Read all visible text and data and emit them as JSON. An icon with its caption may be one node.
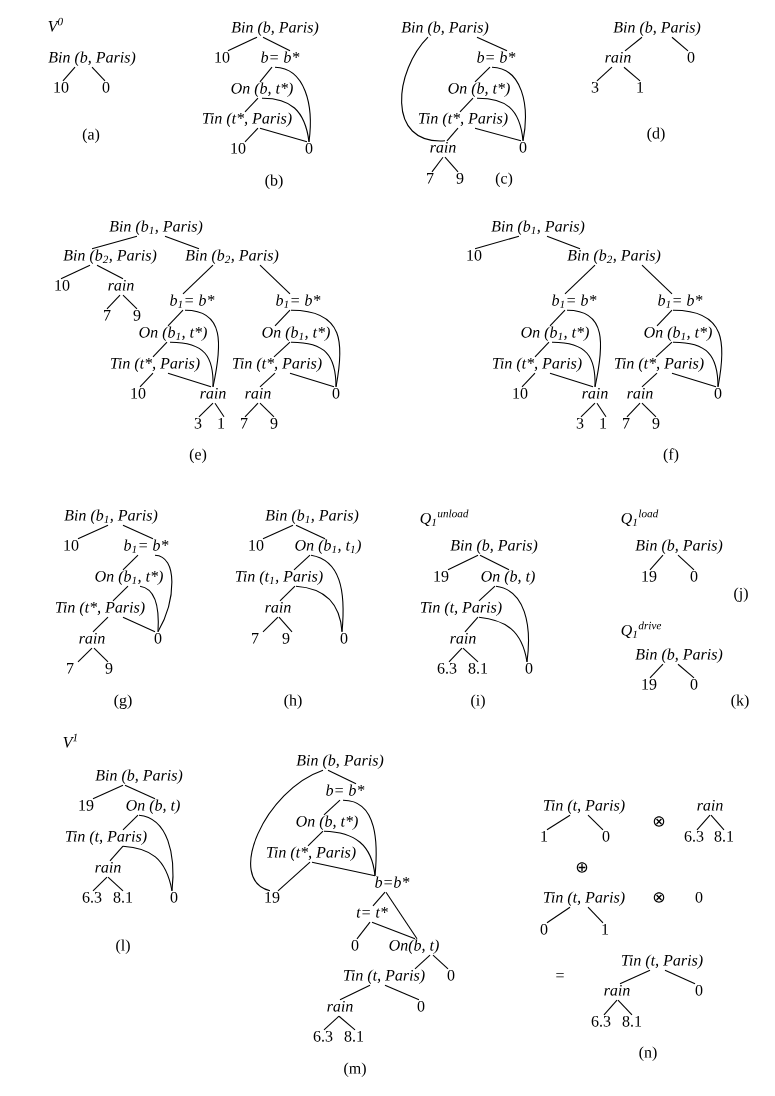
{
  "diagram": {
    "nodes": [
      {
        "text": [
          "Bin (b, Paris)"
        ]
      },
      {
        "text": [
          "10"
        ]
      },
      {
        "text": [
          "0"
        ]
      },
      {
        "text": [
          "Bin (b, Paris)"
        ]
      },
      {
        "text": [
          "10"
        ]
      },
      {
        "text": [
          "b= b*"
        ]
      },
      {
        "text": [
          "On (b, t*)"
        ]
      },
      {
        "text": [
          "Tin (t*, Paris)"
        ]
      },
      {
        "text": [
          "10"
        ]
      },
      {
        "text": [
          "0"
        ]
      },
      {
        "text": [
          "Bin (b, Paris)"
        ]
      },
      {
        "text": [
          "b= b*"
        ]
      },
      {
        "text": [
          "On (b, t*)"
        ]
      },
      {
        "text": [
          "Tin (t*, Paris)"
        ]
      },
      {
        "text": [
          "rain"
        ]
      },
      {
        "text": [
          "0"
        ]
      },
      {
        "text": [
          "7"
        ]
      },
      {
        "text": [
          "9"
        ]
      },
      {
        "text": [
          "Bin (b, Paris)"
        ]
      },
      {
        "text": [
          "rain"
        ]
      },
      {
        "text": [
          "0"
        ]
      },
      {
        "text": [
          "3"
        ]
      },
      {
        "text": [
          "1"
        ]
      },
      {
        "text": [
          "Bin (b$_{1}$, Paris)"
        ]
      },
      {
        "text": [
          "Bin (b$_{2}$, Paris)"
        ]
      },
      {
        "text": [
          "Bin (b$_{2}$, Paris)"
        ]
      },
      {
        "text": [
          "10"
        ]
      },
      {
        "text": [
          "rain"
        ]
      },
      {
        "text": [
          "7"
        ]
      },
      {
        "text": [
          "9"
        ]
      },
      {
        "text": [
          "b$_{1}$= b*"
        ]
      },
      {
        "text": [
          "b$_{1}$= b*"
        ]
      },
      {
        "text": [
          "On (b$_{1}$, t*)"
        ]
      },
      {
        "text": [
          "On (b$_{1}$, t*)"
        ]
      },
      {
        "text": [
          "Tin (t*, Paris)"
        ]
      },
      {
        "text": [
          "Tin (t*, Paris)"
        ]
      },
      {
        "text": [
          "10"
        ]
      },
      {
        "text": [
          "rain"
        ]
      },
      {
        "text": [
          "rain"
        ]
      },
      {
        "text": [
          "0"
        ]
      },
      {
        "text": [
          "3"
        ]
      },
      {
        "text": [
          "1"
        ]
      },
      {
        "text": [
          "7"
        ]
      },
      {
        "text": [
          "9"
        ]
      },
      {
        "text": [
          "Bin (b$_{1}$, Paris)"
        ]
      },
      {
        "text": [
          "10"
        ]
      },
      {
        "text": [
          "Bin (b$_{2}$, Paris)"
        ]
      },
      {
        "text": [
          "b$_{1}$= b*"
        ]
      },
      {
        "text": [
          "b$_{1}$= b*"
        ]
      },
      {
        "text": [
          "On (b$_{1}$, t*)"
        ]
      },
      {
        "text": [
          "On (b$_{1}$, t*)"
        ]
      },
      {
        "text": [
          "Tin (t*, Paris)"
        ]
      },
      {
        "text": [
          "Tin (t*, Paris)"
        ]
      },
      {
        "text": [
          "10"
        ]
      },
      {
        "text": [
          "rain"
        ]
      },
      {
        "text": [
          "rain"
        ]
      },
      {
        "text": [
          "0"
        ]
      },
      {
        "text": [
          "3"
        ]
      },
      {
        "text": [
          "1"
        ]
      },
      {
        "text": [
          "7"
        ]
      },
      {
        "text": [
          "9"
        ]
      },
      {
        "text": [
          "Bin (b$_{1}$, Paris)"
        ]
      },
      {
        "text": [
          "10"
        ]
      },
      {
        "text": [
          "b$_{1}$= b*"
        ]
      },
      {
        "text": [
          "On (b$_{1}$, t*)"
        ]
      },
      {
        "text": [
          "Tin (t*, Paris)"
        ]
      },
      {
        "text": [
          "rain"
        ]
      },
      {
        "text": [
          "0"
        ]
      },
      {
        "text": [
          "7"
        ]
      },
      {
        "text": [
          "9"
        ]
      },
      {
        "text": [
          "Bin (b$_{1}$, Paris)"
        ]
      },
      {
        "text": [
          "10"
        ]
      },
      {
        "text": [
          "On (b$_{1}$, t$_{1}$)"
        ]
      },
      {
        "text": [
          "Tin (t$_{1}$, Paris)"
        ]
      },
      {
        "text": [
          "rain"
        ]
      },
      {
        "text": [
          "7"
        ]
      },
      {
        "text": [
          "9"
        ]
      },
      {
        "text": [
          "0"
        ]
      },
      {
        "text": [
          "Bin (b, Paris)"
        ]
      },
      {
        "text": [
          "19"
        ]
      },
      {
        "text": [
          "On (b, t)"
        ]
      },
      {
        "text": [
          "Tin (t, Paris)"
        ]
      },
      {
        "text": [
          "rain"
        ]
      },
      {
        "text": [
          "6.3"
        ]
      },
      {
        "text": [
          "8.1"
        ]
      },
      {
        "text": [
          "0"
        ]
      },
      {
        "text": [
          "Bin (b, Paris)"
        ]
      },
      {
        "text": [
          "19"
        ]
      },
      {
        "text": [
          "0"
        ]
      },
      {
        "text": [
          "Bin (b, Paris)"
        ]
      },
      {
        "text": [
          "19"
        ]
      },
      {
        "text": [
          "0"
        ]
      },
      {
        "text": [
          "Bin (b, Paris)"
        ]
      },
      {
        "text": [
          "19"
        ]
      },
      {
        "text": [
          "On (b, t)"
        ]
      },
      {
        "text": [
          "Tin (t, Paris)"
        ]
      },
      {
        "text": [
          "rain"
        ]
      },
      {
        "text": [
          "6.3"
        ]
      },
      {
        "text": [
          "8.1"
        ]
      },
      {
        "text": [
          "0"
        ]
      },
      {
        "text": [
          "Bin (b, Paris)"
        ]
      },
      {
        "text": [
          "b= b*"
        ]
      },
      {
        "text": [
          "On (b, t*)"
        ]
      },
      {
        "text": [
          "Tin (t*, Paris)"
        ]
      },
      {
        "text": [
          "b=b*"
        ]
      },
      {
        "text": [
          "19"
        ]
      },
      {
        "text": [
          "t= t*"
        ]
      },
      {
        "text": [
          "0"
        ]
      },
      {
        "text": [
          "On(b, t)"
        ]
      },
      {
        "text": [
          "Tin (t, Paris)"
        ]
      },
      {
        "text": [
          "0"
        ]
      },
      {
        "text": [
          "rain"
        ]
      },
      {
        "text": [
          "0"
        ]
      },
      {
        "text": [
          "6.3"
        ]
      },
      {
        "text": [
          "8.1"
        ]
      },
      {
        "text": [
          "Tin (t, Paris)"
        ]
      },
      {
        "text": [
          "rain"
        ]
      },
      {
        "text": [
          "1"
        ]
      },
      {
        "text": [
          "0"
        ]
      },
      {
        "text": [
          "6.3"
        ]
      },
      {
        "text": [
          "8.1"
        ]
      },
      {
        "text": [
          "Tin (t, Paris)"
        ]
      },
      {
        "text": [
          "0"
        ]
      },
      {
        "text": [
          "1"
        ]
      },
      {
        "text": [
          "Tin (t, Paris)"
        ]
      },
      {
        "text": [
          "rain"
        ]
      },
      {
        "text": [
          "0"
        ]
      },
      {
        "text": [
          "6.3"
        ]
      },
      {
        "text": [
          "8.1"
        ]
      }
    ],
    "edges": [
      {
        "from": 0,
        "to": 1,
        "arrow": "none"
      },
      {
        "from": 0,
        "to": 2,
        "arrow": "none"
      },
      {
        "from": 3,
        "to": 4,
        "arrow": "none"
      },
      {
        "from": 3,
        "to": 5,
        "arrow": "none"
      },
      {
        "from": 5,
        "to": 6,
        "arrow": "none"
      },
      {
        "from": 5,
        "to": 9,
        "arrow": "none"
      },
      {
        "from": 6,
        "to": 7,
        "arrow": "none"
      },
      {
        "from": 6,
        "to": 9,
        "arrow": "none"
      },
      {
        "from": 7,
        "to": 8,
        "arrow": "none"
      },
      {
        "from": 7,
        "to": 9,
        "arrow": "none"
      },
      {
        "from": 10,
        "to": 14,
        "arrow": "none"
      },
      {
        "from": 10,
        "to": 11,
        "arrow": "none"
      },
      {
        "from": 11,
        "to": 12,
        "arrow": "none"
      },
      {
        "from": 11,
        "to": 15,
        "arrow": "none"
      },
      {
        "from": 12,
        "to": 13,
        "arrow": "none"
      },
      {
        "from": 12,
        "to": 15,
        "arrow": "none"
      },
      {
        "from": 13,
        "to": 14,
        "arrow": "none"
      },
      {
        "from": 13,
        "to": 15,
        "arrow": "none"
      },
      {
        "from": 14,
        "to": 16,
        "arrow": "none"
      },
      {
        "from": 14,
        "to": 17,
        "arrow": "none"
      },
      {
        "from": 18,
        "to": 19,
        "arrow": "none"
      },
      {
        "from": 18,
        "to": 20,
        "arrow": "none"
      },
      {
        "from": 19,
        "to": 21,
        "arrow": "none"
      },
      {
        "from": 19,
        "to": 22,
        "arrow": "none"
      },
      {
        "from": 23,
        "to": 24,
        "arrow": "none"
      },
      {
        "from": 23,
        "to": 25,
        "arrow": "none"
      },
      {
        "from": 24,
        "to": 26,
        "arrow": "none"
      },
      {
        "from": 24,
        "to": 27,
        "arrow": "none"
      },
      {
        "from": 27,
        "to": 28,
        "arrow": "none"
      },
      {
        "from": 27,
        "to": 29,
        "arrow": "none"
      },
      {
        "from": 25,
        "to": 30,
        "arrow": "none"
      },
      {
        "from": 25,
        "to": 31,
        "arrow": "none"
      },
      {
        "from": 30,
        "to": 32,
        "arrow": "none"
      },
      {
        "from": 30,
        "to": 37,
        "arrow": "none"
      },
      {
        "from": 32,
        "to": 34,
        "arrow": "none"
      },
      {
        "from": 32,
        "to": 37,
        "arrow": "none"
      },
      {
        "from": 34,
        "to": 36,
        "arrow": "none"
      },
      {
        "from": 34,
        "to": 37,
        "arrow": "none"
      },
      {
        "from": 37,
        "to": 40,
        "arrow": "none"
      },
      {
        "from": 37,
        "to": 41,
        "arrow": "none"
      },
      {
        "from": 31,
        "to": 33,
        "arrow": "none"
      },
      {
        "from": 31,
        "to": 39,
        "arrow": "none"
      },
      {
        "from": 33,
        "to": 35,
        "arrow": "none"
      },
      {
        "from": 33,
        "to": 39,
        "arrow": "none"
      },
      {
        "from": 35,
        "to": 38,
        "arrow": "none"
      },
      {
        "from": 35,
        "to": 39,
        "arrow": "none"
      },
      {
        "from": 38,
        "to": 42,
        "arrow": "none"
      },
      {
        "from": 38,
        "to": 43,
        "arrow": "none"
      },
      {
        "from": 44,
        "to": 45,
        "arrow": "none"
      },
      {
        "from": 44,
        "to": 46,
        "arrow": "none"
      },
      {
        "from": 46,
        "to": 47,
        "arrow": "none"
      },
      {
        "from": 46,
        "to": 48,
        "arrow": "none"
      },
      {
        "from": 47,
        "to": 49,
        "arrow": "none"
      },
      {
        "from": 47,
        "to": 54,
        "arrow": "none"
      },
      {
        "from": 49,
        "to": 51,
        "arrow": "none"
      },
      {
        "from": 49,
        "to": 54,
        "arrow": "none"
      },
      {
        "from": 51,
        "to": 53,
        "arrow": "none"
      },
      {
        "from": 51,
        "to": 54,
        "arrow": "none"
      },
      {
        "from": 54,
        "to": 57,
        "arrow": "none"
      },
      {
        "from": 54,
        "to": 58,
        "arrow": "none"
      },
      {
        "from": 48,
        "to": 50,
        "arrow": "none"
      },
      {
        "from": 48,
        "to": 56,
        "arrow": "none"
      },
      {
        "from": 50,
        "to": 52,
        "arrow": "none"
      },
      {
        "from": 50,
        "to": 56,
        "arrow": "none"
      },
      {
        "from": 52,
        "to": 55,
        "arrow": "none"
      },
      {
        "from": 52,
        "to": 56,
        "arrow": "none"
      },
      {
        "from": 55,
        "to": 59,
        "arrow": "none"
      },
      {
        "from": 55,
        "to": 60,
        "arrow": "none"
      },
      {
        "from": 61,
        "to": 62,
        "arrow": "none"
      },
      {
        "from": 61,
        "to": 63,
        "arrow": "none"
      },
      {
        "from": 63,
        "to": 64,
        "arrow": "none"
      },
      {
        "from": 63,
        "to": 67,
        "arrow": "none"
      },
      {
        "from": 64,
        "to": 65,
        "arrow": "none"
      },
      {
        "from": 64,
        "to": 67,
        "arrow": "none"
      },
      {
        "from": 65,
        "to": 66,
        "arrow": "none"
      },
      {
        "from": 65,
        "to": 67,
        "arrow": "none"
      },
      {
        "from": 66,
        "to": 68,
        "arrow": "none"
      },
      {
        "from": 66,
        "to": 69,
        "arrow": "none"
      },
      {
        "from": 70,
        "to": 71,
        "arrow": "none"
      },
      {
        "from": 70,
        "to": 72,
        "arrow": "none"
      },
      {
        "from": 72,
        "to": 73,
        "arrow": "none"
      },
      {
        "from": 72,
        "to": 77,
        "arrow": "none"
      },
      {
        "from": 73,
        "to": 74,
        "arrow": "none"
      },
      {
        "from": 73,
        "to": 77,
        "arrow": "none"
      },
      {
        "from": 74,
        "to": 75,
        "arrow": "none"
      },
      {
        "from": 74,
        "to": 76,
        "arrow": "none"
      },
      {
        "from": 78,
        "to": 79,
        "arrow": "none"
      },
      {
        "from": 78,
        "to": 80,
        "arrow": "none"
      },
      {
        "from": 80,
        "to": 81,
        "arrow": "none"
      },
      {
        "from": 80,
        "to": 85,
        "arrow": "none"
      },
      {
        "from": 81,
        "to": 82,
        "arrow": "none"
      },
      {
        "from": 81,
        "to": 85,
        "arrow": "none"
      },
      {
        "from": 82,
        "to": 83,
        "arrow": "none"
      },
      {
        "from": 82,
        "to": 84,
        "arrow": "none"
      },
      {
        "from": 86,
        "to": 87,
        "arrow": "none"
      },
      {
        "from": 86,
        "to": 88,
        "arrow": "none"
      },
      {
        "from": 89,
        "to": 90,
        "arrow": "none"
      },
      {
        "from": 89,
        "to": 91,
        "arrow": "none"
      },
      {
        "from": 92,
        "to": 93,
        "arrow": "none"
      },
      {
        "from": 92,
        "to": 94,
        "arrow": "none"
      },
      {
        "from": 94,
        "to": 95,
        "arrow": "none"
      },
      {
        "from": 94,
        "to": 99,
        "arrow": "none"
      },
      {
        "from": 95,
        "to": 96,
        "arrow": "none"
      },
      {
        "from": 95,
        "to": 99,
        "arrow": "none"
      },
      {
        "from": 96,
        "to": 97,
        "arrow": "none"
      },
      {
        "from": 96,
        "to": 98,
        "arrow": "none"
      },
      {
        "from": 100,
        "to": 105,
        "arrow": "none"
      },
      {
        "from": 100,
        "to": 101,
        "arrow": "none"
      },
      {
        "from": 101,
        "to": 102,
        "arrow": "none"
      },
      {
        "from": 101,
        "to": 104,
        "arrow": "none"
      },
      {
        "from": 102,
        "to": 103,
        "arrow": "none"
      },
      {
        "from": 102,
        "to": 104,
        "arrow": "none"
      },
      {
        "from": 103,
        "to": 105,
        "arrow": "none"
      },
      {
        "from": 103,
        "to": 104,
        "arrow": "none"
      },
      {
        "from": 104,
        "to": 106,
        "arrow": "none"
      },
      {
        "from": 104,
        "to": 108,
        "arrow": "none"
      },
      {
        "from": 106,
        "to": 107,
        "arrow": "none"
      },
      {
        "from": 106,
        "to": 108,
        "arrow": "none"
      },
      {
        "from": 108,
        "to": 109,
        "arrow": "none"
      },
      {
        "from": 108,
        "to": 110,
        "arrow": "none"
      },
      {
        "from": 109,
        "to": 111,
        "arrow": "none"
      },
      {
        "from": 109,
        "to": 112,
        "arrow": "none"
      },
      {
        "from": 111,
        "to": 113,
        "arrow": "none"
      },
      {
        "from": 111,
        "to": 114,
        "arrow": "none"
      },
      {
        "from": 115,
        "to": 117,
        "arrow": "none"
      },
      {
        "from": 115,
        "to": 118,
        "arrow": "none"
      },
      {
        "from": 116,
        "to": 119,
        "arrow": "none"
      },
      {
        "from": 116,
        "to": 120,
        "arrow": "none"
      },
      {
        "from": 121,
        "to": 122,
        "arrow": "none"
      },
      {
        "from": 121,
        "to": 123,
        "arrow": "none"
      },
      {
        "from": 124,
        "to": 125,
        "arrow": "none"
      },
      {
        "from": 124,
        "to": 126,
        "arrow": "none"
      },
      {
        "from": 125,
        "to": 127,
        "arrow": "none"
      },
      {
        "from": 125,
        "to": 128,
        "arrow": "none"
      }
    ],
    "labels": [
      "V$^{0}$",
      "(a)",
      "(b)",
      "(c)",
      "(d)",
      "(e)",
      "(f)",
      "(g)",
      "(h)",
      "Q$_{1}$$^{unload}$",
      "(i)",
      "Q$_{1}$$^{load}$",
      "(j)",
      "Q$_{1}$$^{drive}$",
      "(k)",
      "V$^{1}$",
      "(l)",
      "(m)",
      "⊗",
      "⊕",
      "⊗",
      "0",
      "=",
      "(n)"
    ]
  }
}
